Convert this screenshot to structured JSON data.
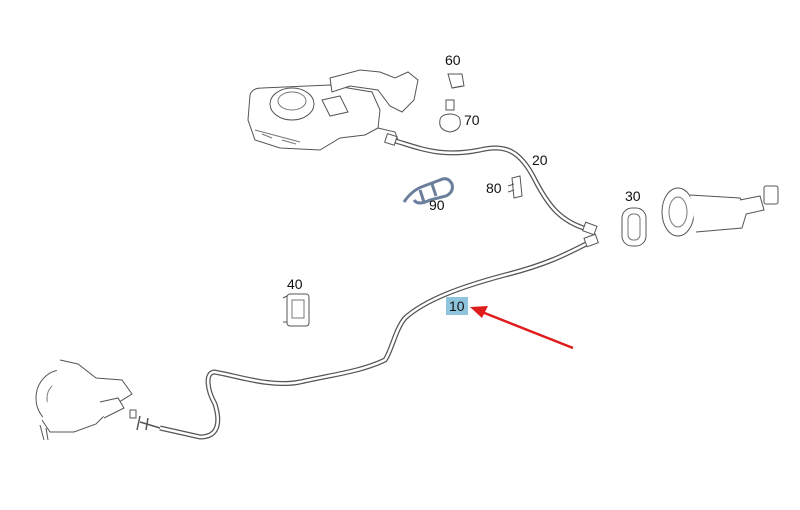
{
  "callouts": {
    "p10": "10",
    "p20": "20",
    "p30": "30",
    "p40": "40",
    "p60": "60",
    "p70": "70",
    "p80": "80",
    "p90": "90"
  },
  "highlighted_part": "10",
  "colors": {
    "line": "#555555",
    "highlight": "#8ec5dc",
    "arrow": "#e01b1b",
    "blue_part": "#6b7f9c"
  }
}
